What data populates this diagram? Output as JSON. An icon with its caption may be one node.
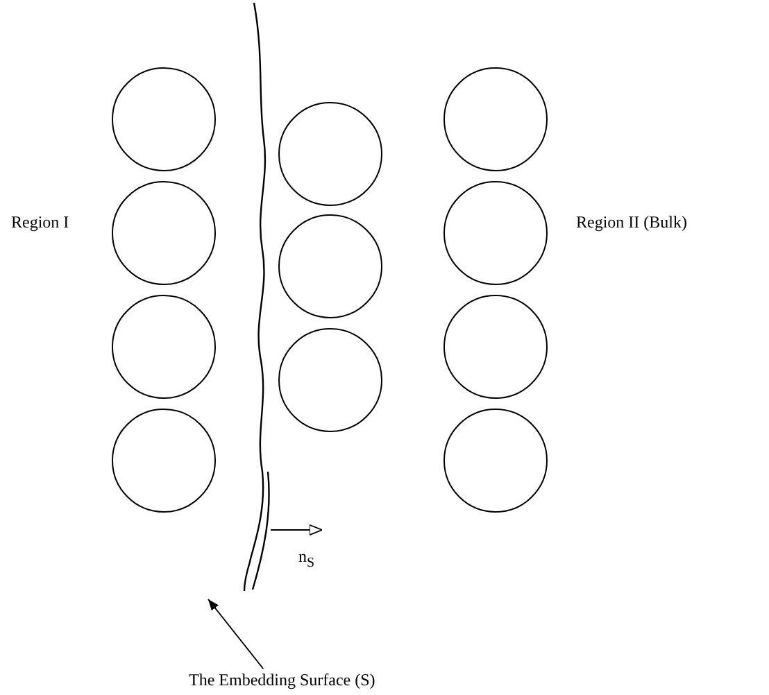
{
  "diagram": {
    "nodes": [
      {
        "text": [
          "The Embedding Surface (S)"
        ]
      },
      {
        "text": [],
        "shape": "curve"
      }
    ],
    "edges": [
      {
        "from": 0,
        "to": 1,
        "arrow": "to"
      }
    ],
    "labels": [
      "Region I",
      "Region II (Bulk)",
      "n$_{S}$"
    ]
  }
}
